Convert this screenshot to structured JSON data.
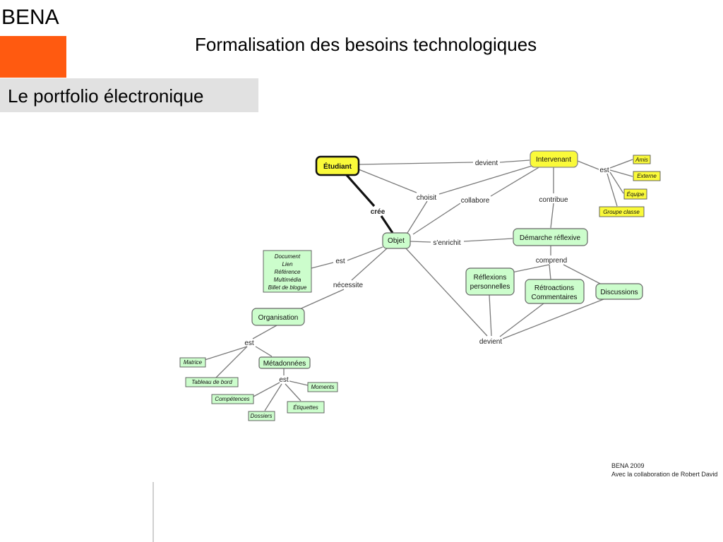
{
  "header": {
    "brand": "BENA",
    "title": "Formalisation des besoins technologiques",
    "subtitle": "Le portfolio électronique"
  },
  "footer": {
    "credit_line1": "BENA 2009",
    "credit_line2": "Avec la collaboration de Robert David"
  },
  "concept_map": {
    "nodes": {
      "etudiant": "Étudiant",
      "intervenant": "Intervenant",
      "objet": "Objet",
      "demarche": "Démarche réflexive",
      "reflexions_1": "Réflexions",
      "reflexions_2": "personnelles",
      "retroactions_1": "Rétroactions",
      "retroactions_2": "Commentaires",
      "discussions": "Discussions",
      "organisation": "Organisation",
      "metadonnees": "Métadonnées",
      "amis": "Amis",
      "externe": "Externe",
      "equipe": "Équipe",
      "groupe_classe": "Groupe classe",
      "doc_1": "Document",
      "doc_2": "Lien",
      "doc_3": "Référence",
      "doc_4": "Multimédia",
      "doc_5": "Billet de blogue",
      "matrice": "Matrice",
      "tableau_de_bord": "Tableau de bord",
      "competences": "Compétences",
      "dossiers": "Dossiers",
      "moments": "Moments",
      "etiquettes": "Étiquettes"
    },
    "links": {
      "devient_top": "devient",
      "choisit": "choisit",
      "collabore": "collabore",
      "contribue": "contribue",
      "est_intervenant": "est",
      "cree": "crée",
      "senrichit": "s'enrichit",
      "comprend": "comprend",
      "est_objet": "est",
      "necessite": "nécessite",
      "devient_bottom": "devient",
      "est_organisation": "est",
      "est_metadonnees": "est"
    }
  }
}
